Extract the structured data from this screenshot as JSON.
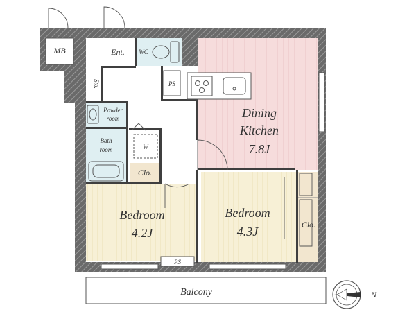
{
  "rooms": {
    "mb": "MB",
    "entrance": "Ent.",
    "wc": "WC",
    "storage": "Sto.",
    "ps_top": "PS",
    "powder_room_line1": "Powder",
    "powder_room_line2": "room",
    "bath_room_line1": "Bath",
    "bath_room_line2": "room",
    "washer": "W",
    "closet_small": "Clo.",
    "dining_kitchen_line1": "Dining",
    "dining_kitchen_line2": "Kitchen",
    "dining_kitchen_size": "7.8J",
    "bedroom_left_name": "Bedroom",
    "bedroom_left_size": "4.2J",
    "bedroom_right_name": "Bedroom",
    "bedroom_right_size": "4.3J",
    "closet_right": "Clo.",
    "ps_bottom": "PS",
    "balcony": "Balcony"
  },
  "compass": {
    "label": "N"
  },
  "colors": {
    "dining_kitchen_fill": "#f6dcdc",
    "bedroom_fill": "#f7f0d6",
    "wet_area_fill": "#dfeff2",
    "closet_fill": "#f2e6cf",
    "wall": "#3f3f3f"
  }
}
